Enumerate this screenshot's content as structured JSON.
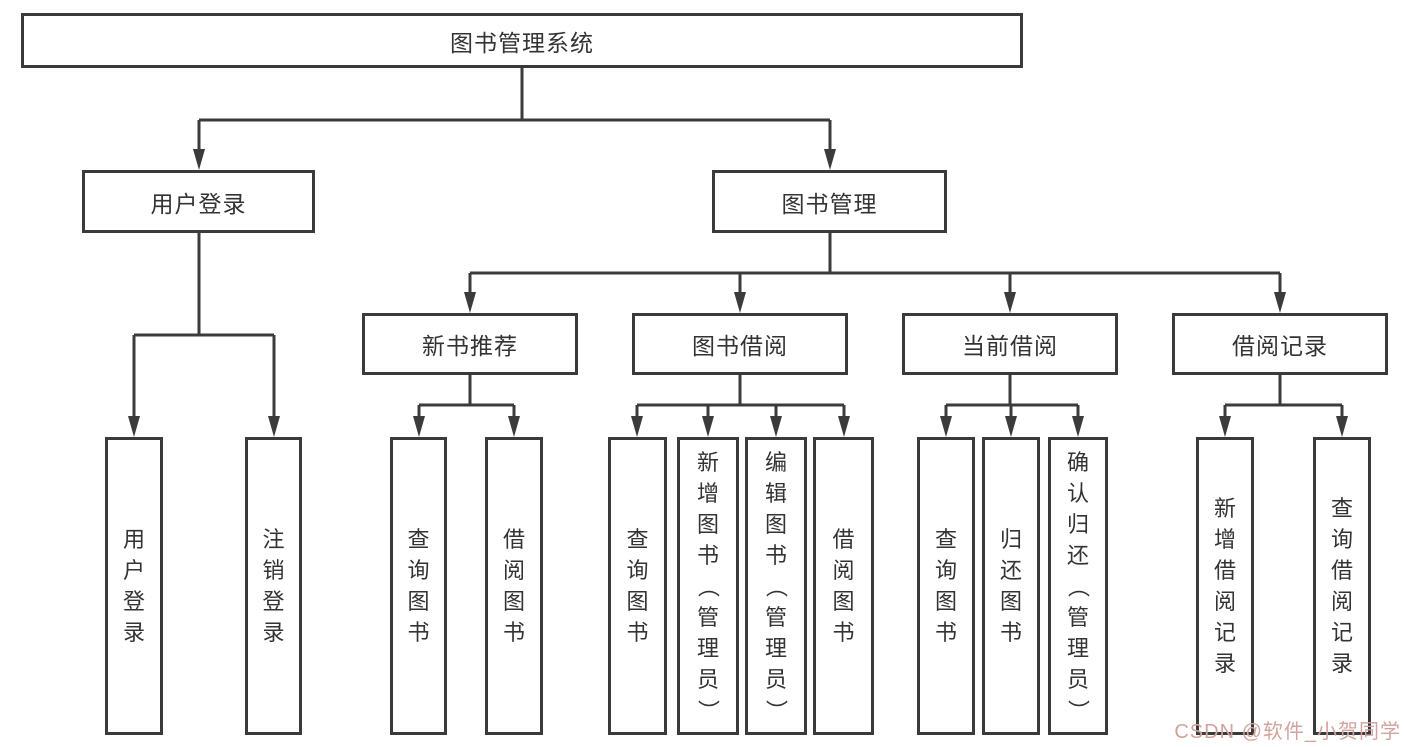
{
  "diagram": {
    "root_label": "图书管理系统",
    "level2": [
      {
        "label": "用户登录"
      },
      {
        "label": "图书管理"
      }
    ],
    "level3": [
      {
        "label": "新书推荐"
      },
      {
        "label": "图书借阅"
      },
      {
        "label": "当前借阅"
      },
      {
        "label": "借阅记录"
      }
    ],
    "leaves": {
      "user_login": [
        "用户登录",
        "注销登录"
      ],
      "new_book": [
        "查询图书",
        "借阅图书"
      ],
      "book_borrow": [
        "查询图书",
        "新增图书（管理员）",
        "编辑图书（管理员）",
        "借阅图书"
      ],
      "current_borrow": [
        "查询图书",
        "归还图书",
        "确认归还（管理员）"
      ],
      "borrow_record": [
        "新增借阅记录",
        "查询借阅记录"
      ]
    }
  },
  "watermark": {
    "text": "CSDN @软件_小贺同学",
    "color": "#d2a39e"
  },
  "colors": {
    "line": "#3b3b3b",
    "box_border": "#3a3a3a",
    "text": "#333333",
    "background": "#ffffff"
  }
}
